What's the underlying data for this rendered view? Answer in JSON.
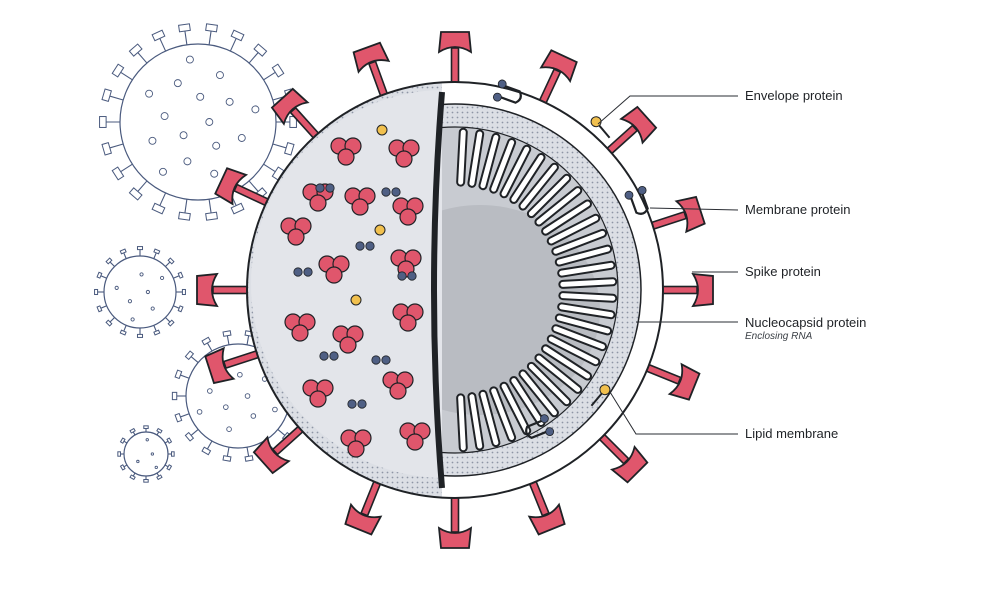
{
  "diagram": {
    "labels": [
      {
        "key": "envelope",
        "text": "Envelope protein"
      },
      {
        "key": "membrane",
        "text": "Membrane protein"
      },
      {
        "key": "spike",
        "text": "Spike protein"
      },
      {
        "key": "nucleocapsid",
        "text": "Nucleocapsid protein",
        "subtext": "Enclosing RNA"
      },
      {
        "key": "lipid",
        "text": "Lipid membrane"
      }
    ]
  },
  "colors": {
    "spike": "#e0566c",
    "outline": "#1f2226",
    "membrane_protein": "#4f5f84",
    "envelope_protein": "#f1c04e",
    "shell": "#e3e5ea",
    "interior": "#c8cbd1",
    "core": "#b9bcc2",
    "small_virus": "#4a5a7e"
  }
}
